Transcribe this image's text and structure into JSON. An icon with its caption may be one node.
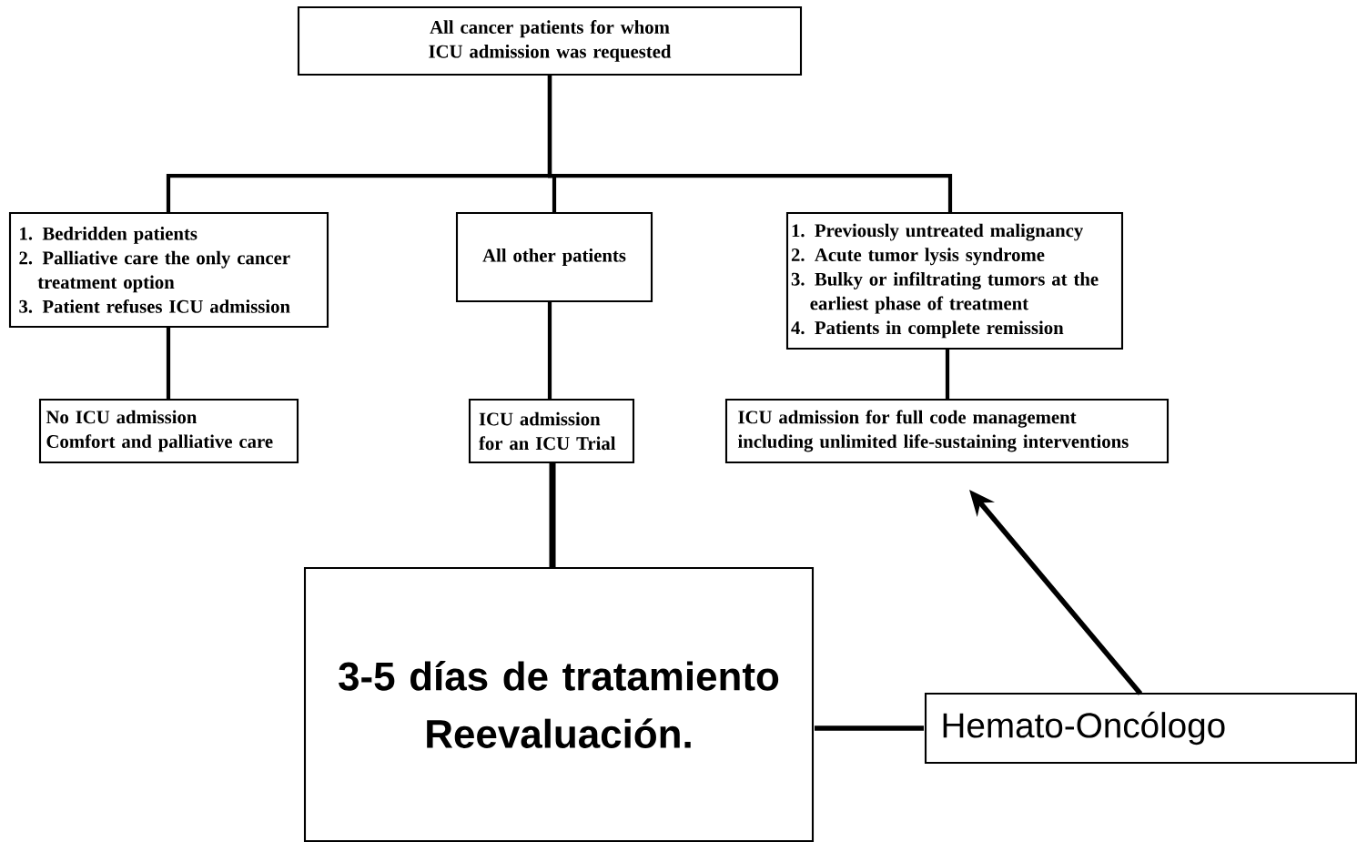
{
  "diagram": {
    "nodes": [
      {
        "text": [
          "All cancer patients for whom ICU admission was requested"
        ]
      },
      {
        "text": [
          "1. Bedridden patients",
          "2. Palliative care the only cancer treatment option",
          "3. Patient refuses ICU admission"
        ]
      },
      {
        "text": [
          "All other patients"
        ]
      },
      {
        "text": [
          "1. Previously untreated malignancy",
          "2. Acute tumor lysis syndrome",
          "3. Bulky or infiltrating tumors at the earliest phase of treatment",
          "4. Patients in complete remission"
        ]
      },
      {
        "text": [
          "No ICU admission",
          "Comfort and palliative care"
        ]
      },
      {
        "text": [
          "ICU admission for an ICU Trial"
        ]
      },
      {
        "text": [
          "ICU admission for full code management including unlimited life-sustaining interventions"
        ]
      },
      {
        "text": [
          "3-5 días de tratamiento",
          "Reevaluación."
        ]
      },
      {
        "text": [
          "Hemato-Oncólogo"
        ]
      }
    ],
    "edges": [
      {
        "from": 0,
        "to": 1,
        "arrow": "none"
      },
      {
        "from": 0,
        "to": 2,
        "arrow": "none"
      },
      {
        "from": 0,
        "to": 3,
        "arrow": "none"
      },
      {
        "from": 1,
        "to": 4,
        "arrow": "none"
      },
      {
        "from": 2,
        "to": 5,
        "arrow": "none"
      },
      {
        "from": 3,
        "to": 6,
        "arrow": "none"
      },
      {
        "from": 5,
        "to": 7,
        "arrow": "none"
      },
      {
        "from": 8,
        "to": 7,
        "arrow": "none"
      },
      {
        "from": 8,
        "to": 6,
        "arrow": "to"
      }
    ]
  }
}
